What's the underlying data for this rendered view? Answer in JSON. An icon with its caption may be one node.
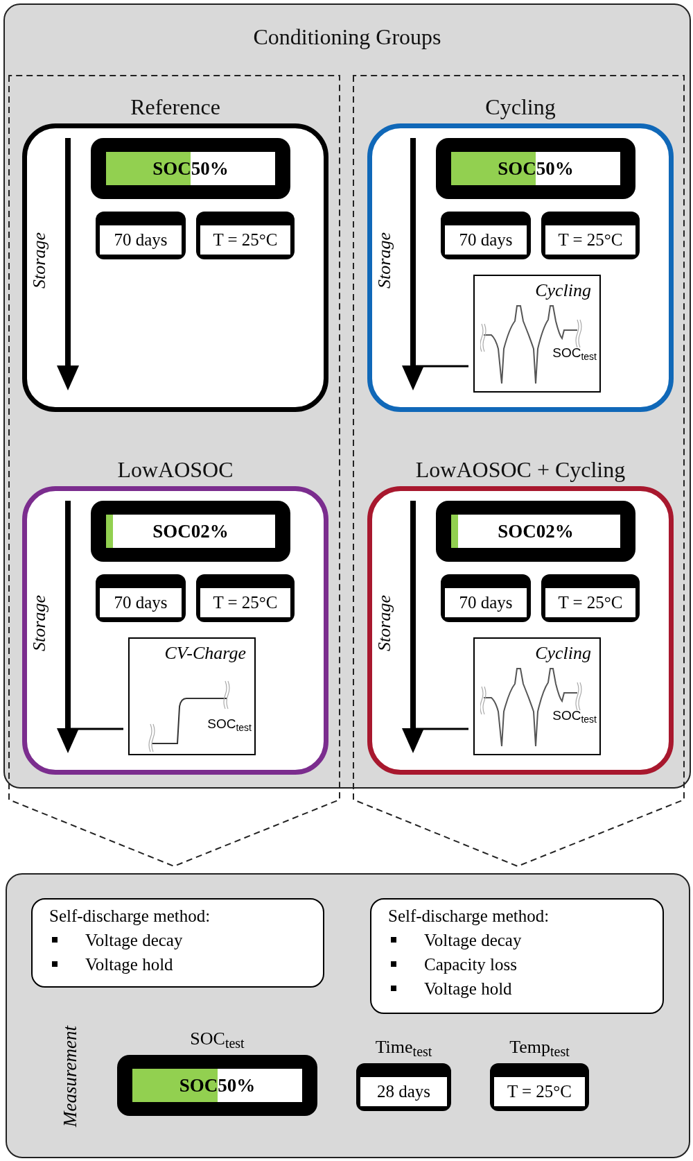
{
  "diagram": {
    "nodes": [
      {
        "text": [
          "Conditioning Groups"
        ]
      },
      {
        "text": [
          "Reference"
        ],
        "in": 0
      },
      {
        "text": [
          "SOC50%"
        ],
        "in": 1
      },
      {
        "text": [
          "70 days"
        ],
        "in": 1
      },
      {
        "text": [
          "T = 25°C"
        ],
        "in": 1
      },
      {
        "text": [
          "Cycling"
        ],
        "in": 0
      },
      {
        "text": [
          "SOC50%"
        ],
        "in": 5
      },
      {
        "text": [
          "70 days"
        ],
        "in": 5
      },
      {
        "text": [
          "T = 25°C"
        ],
        "in": 5
      },
      {
        "text": [
          "Cycling",
          "SOC$_{test}$"
        ],
        "in": 5
      },
      {
        "text": [
          "LowAOSOC"
        ],
        "in": 0
      },
      {
        "text": [
          "SOC02%"
        ],
        "in": 10
      },
      {
        "text": [
          "70 days"
        ],
        "in": 10
      },
      {
        "text": [
          "T = 25°C"
        ],
        "in": 10
      },
      {
        "text": [
          "CV-Charge",
          "SOC$_{test}$"
        ],
        "in": 10
      },
      {
        "text": [
          "LowAOSOC + Cycling"
        ],
        "in": 0
      },
      {
        "text": [
          "SOC02%"
        ],
        "in": 15
      },
      {
        "text": [
          "70 days"
        ],
        "in": 15
      },
      {
        "text": [
          "T = 25°C"
        ],
        "in": 15
      },
      {
        "text": [
          "Cycling",
          "SOC$_{test}$"
        ],
        "in": 15
      },
      {
        "text": [
          "Measurement"
        ]
      },
      {
        "text": [
          "Self-discharge method:",
          "Voltage decay",
          "Voltage hold"
        ],
        "in": 20
      },
      {
        "text": [
          "Self-discharge method:",
          "Voltage decay",
          "Capacity loss",
          "Voltage hold"
        ],
        "in": 20
      },
      {
        "text": [
          "SOC$_{test}$",
          "SOC50%"
        ],
        "in": 20
      },
      {
        "text": [
          "Time$_{test}$",
          "28 days"
        ],
        "in": 20
      },
      {
        "text": [
          "Temp$_{test}$",
          "T = 25°C"
        ],
        "in": 20
      }
    ],
    "labels": [
      "Storage",
      "Storage",
      "Storage",
      "Storage"
    ]
  }
}
